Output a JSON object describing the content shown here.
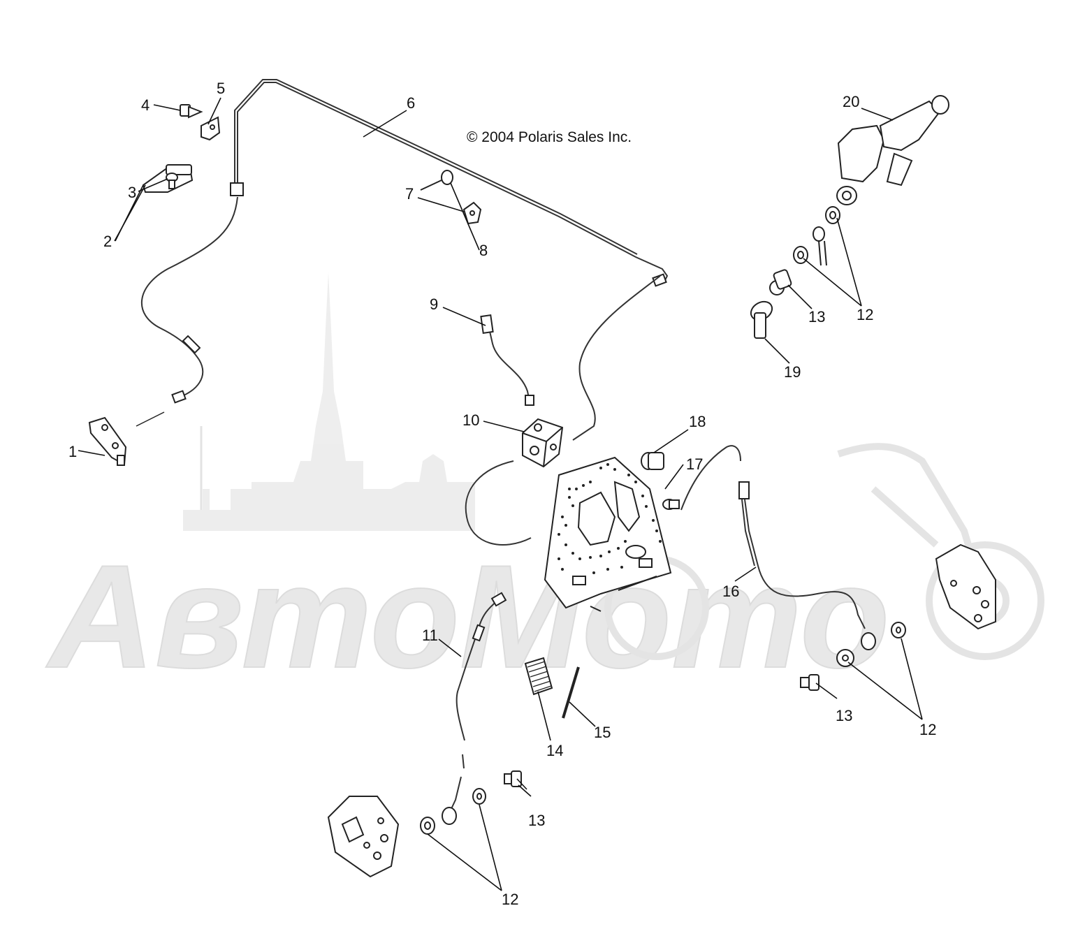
{
  "copyright": "© 2004 Polaris Sales Inc.",
  "watermark": {
    "text": "АвтоМото",
    "color": "#e3e3e3"
  },
  "callouts": {
    "c1": "1",
    "c2": "2",
    "c3": "3",
    "c4": "4",
    "c5": "5",
    "c6": "6",
    "c7": "7",
    "c8": "8",
    "c9": "9",
    "c10": "10",
    "c11": "11",
    "c12a": "12",
    "c12b": "12",
    "c12c": "12",
    "c13a": "13",
    "c13b": "13",
    "c13c": "13",
    "c14": "14",
    "c15": "15",
    "c16": "16",
    "c17": "17",
    "c18": "18",
    "c19": "19",
    "c20": "20"
  }
}
